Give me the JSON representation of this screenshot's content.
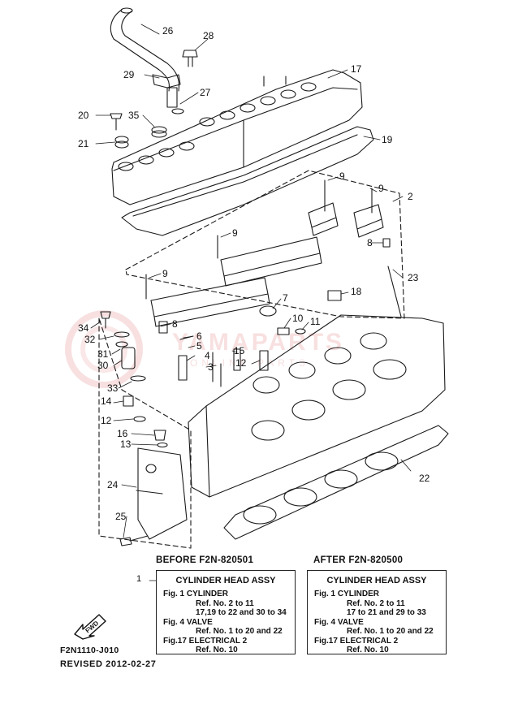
{
  "callouts": {
    "c1": "1",
    "c2": "2",
    "c3": "3",
    "c4": "4",
    "c5": "5",
    "c6": "6",
    "c7": "7",
    "c8": "8",
    "c8b": "8",
    "c9a": "9",
    "c9b": "9",
    "c9c": "9",
    "c9d": "9",
    "c10": "10",
    "c11": "11",
    "c12a": "12",
    "c12b": "12",
    "c13": "13",
    "c14": "14",
    "c15": "15",
    "c16": "16",
    "c17": "17",
    "c18": "18",
    "c19": "19",
    "c20": "20",
    "c21": "21",
    "c22": "22",
    "c23": "23",
    "c24": "24",
    "c25": "25",
    "c26": "26",
    "c27": "27",
    "c28": "28",
    "c29": "29",
    "c30": "30",
    "c31": "31",
    "c32": "32",
    "c33": "33",
    "c34": "34",
    "c35": "35"
  },
  "watermark": {
    "main": "YAMAPARTS",
    "sub": "ONLINE PARTS"
  },
  "headers": {
    "before": "BEFORE F2N-820501",
    "after": "AFTER F2N-820500"
  },
  "box_left": {
    "title": "CYLINDER HEAD ASSY",
    "lines": [
      "Fig.  1 CYLINDER",
      "Ref. No. 2 to 11",
      "17,19 to 22 and 30 to 34",
      "Fig.  4 VALVE",
      "Ref. No. 1 to 20 and 22",
      "Fig.17 ELECTRICAL 2",
      "Ref. No. 10"
    ]
  },
  "box_right": {
    "title": "CYLINDER HEAD ASSY",
    "lines": [
      "Fig.  1 CYLINDER",
      "Ref. No. 2 to 11",
      "17 to 21 and 29 to 33",
      "Fig.  4 VALVE",
      "Ref. No. 1 to 20 and 22",
      "Fig.17 ELECTRICAL 2",
      "Ref. No. 10"
    ]
  },
  "fwd_label": "FWD",
  "diagram_code": "F2N1110-J010",
  "revised": "REVISED 2012-02-27",
  "colors": {
    "line": "#1a1a1a",
    "watermark": "#d23c3c"
  }
}
